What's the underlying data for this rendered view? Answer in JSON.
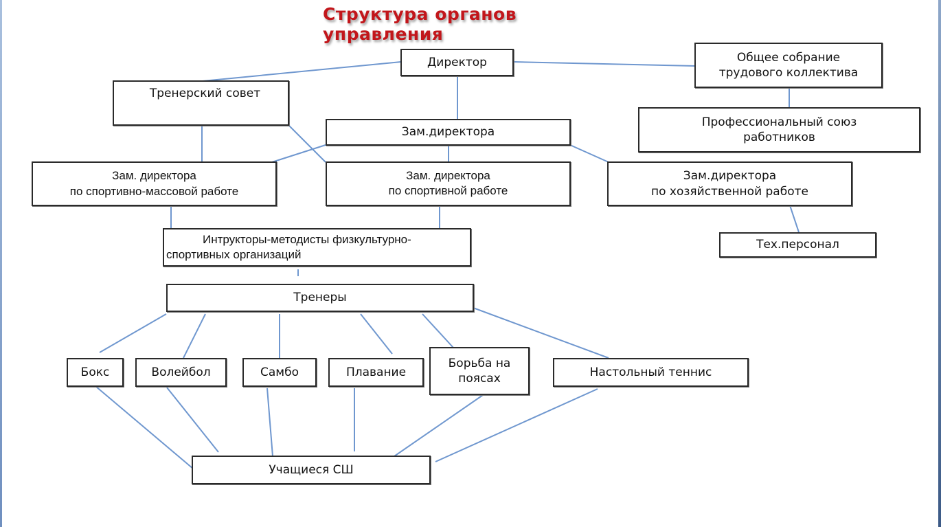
{
  "title": "Структура органов управления",
  "colors": {
    "title": "#c2161b",
    "connector": "#6f97cf",
    "box_border": "#2a2a2a"
  },
  "nodes": {
    "director": "Директор",
    "general_assembly": "Общее собрание\nтрудового коллектива",
    "coaching_council": "Тренерский совет",
    "deputy_director": "Зам.директора",
    "trade_union": "Профессиональный союз\nработников",
    "deputy_mass_sports": "Зам. директора\nпо спортивно-массовой работе",
    "deputy_sports": "Зам. директора\nпо спортивной работе",
    "deputy_household": "Зам.директора\nпо хозяйственной работе",
    "instructors": "Интрукторы-методисты физкультурно-\nспортивных организаций",
    "tech_staff": "Тех.персонал",
    "coaches": "Тренеры",
    "boxing": "Бокс",
    "volleyball": "Волейбол",
    "sambo": "Самбо",
    "swimming": "Плавание",
    "belt_wrestling": "Борьба на\nпоясах",
    "table_tennis": "Настольный теннис",
    "students": "Учащиеся СШ"
  }
}
